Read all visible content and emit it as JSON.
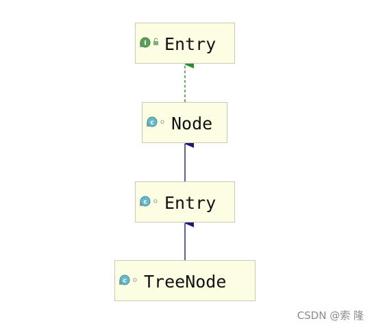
{
  "nodes": [
    {
      "id": "entry-interface",
      "label": "Entry",
      "kind": "interface",
      "kind_badge": "I",
      "visibility": "public"
    },
    {
      "id": "node-class",
      "label": "Node",
      "kind": "class",
      "kind_badge": "c",
      "visibility": "package-private"
    },
    {
      "id": "entry-class",
      "label": "Entry",
      "kind": "class",
      "kind_badge": "c",
      "visibility": "package-private"
    },
    {
      "id": "treenode-class",
      "label": "TreeNode",
      "kind": "class",
      "kind_badge": "c",
      "visibility": "package-private"
    }
  ],
  "edges": [
    {
      "from": "node-class",
      "to": "entry-interface",
      "type": "implements",
      "style": "dashed",
      "color": "#2e8b2e"
    },
    {
      "from": "entry-class",
      "to": "node-class",
      "type": "extends",
      "style": "solid",
      "color": "#1a1a7a"
    },
    {
      "from": "treenode-class",
      "to": "entry-class",
      "type": "extends",
      "style": "solid",
      "color": "#1a1a7a"
    }
  ],
  "colors": {
    "box_fill": "#fdfde3",
    "box_border": "#c9c9b4",
    "interface_badge": "#5aa05a",
    "class_badge": "#67b8c9",
    "implements_arrow": "#2e8b2e",
    "extends_arrow": "#1a1a7a"
  },
  "watermark": "CSDN @索  隆"
}
